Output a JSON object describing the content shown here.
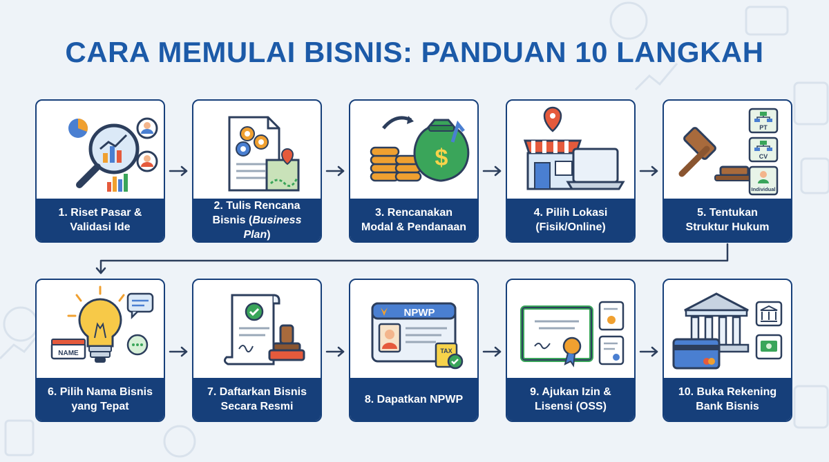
{
  "title": "CARA MEMULAI BISNIS: PANDUAN 10 LANGKAH",
  "steps": [
    {
      "line1": "1. Riset Pasar &",
      "line2": "Validasi Ide",
      "icon": "market-research-icon"
    },
    {
      "line1": "2. Tulis Rencana",
      "line2_pre": "Bisnis (",
      "line2_em": "Business Plan",
      "line2_post": ")",
      "icon": "business-plan-icon"
    },
    {
      "line1": "3. Rencanakan",
      "line2": "Modal & Pendanaan",
      "icon": "money-bag-icon"
    },
    {
      "line1": "4. Pilih Lokasi",
      "line2": "(Fisik/Online)",
      "icon": "store-location-icon"
    },
    {
      "line1": "5. Tentukan",
      "line2": "Struktur Hukum",
      "icon": "gavel-icon",
      "badges": [
        "PT",
        "CV",
        "Individual"
      ]
    },
    {
      "line1": "6. Pilih Nama Bisnis",
      "line2": "yang Tepat",
      "icon": "lightbulb-icon",
      "tag": "NAME"
    },
    {
      "line1": "7. Daftarkan Bisnis",
      "line2": "Secara Resmi",
      "icon": "stamp-document-icon"
    },
    {
      "line1": "8. Dapatkan NPWP",
      "line2": "",
      "icon": "npwp-card-icon",
      "card_text": "NPWP",
      "tax_text": "TAX"
    },
    {
      "line1": "9. Ajukan Izin &",
      "line2": "Lisensi (OSS)",
      "icon": "certificate-icon"
    },
    {
      "line1": "10. Buka Rekening",
      "line2": "Bank Bisnis",
      "icon": "bank-icon"
    }
  ],
  "colors": {
    "title": "#1c5aa8",
    "card_border": "#163f7a",
    "label_bg": "#163f7a",
    "background": "#eef3f8",
    "arrow": "#2c3e5c"
  }
}
